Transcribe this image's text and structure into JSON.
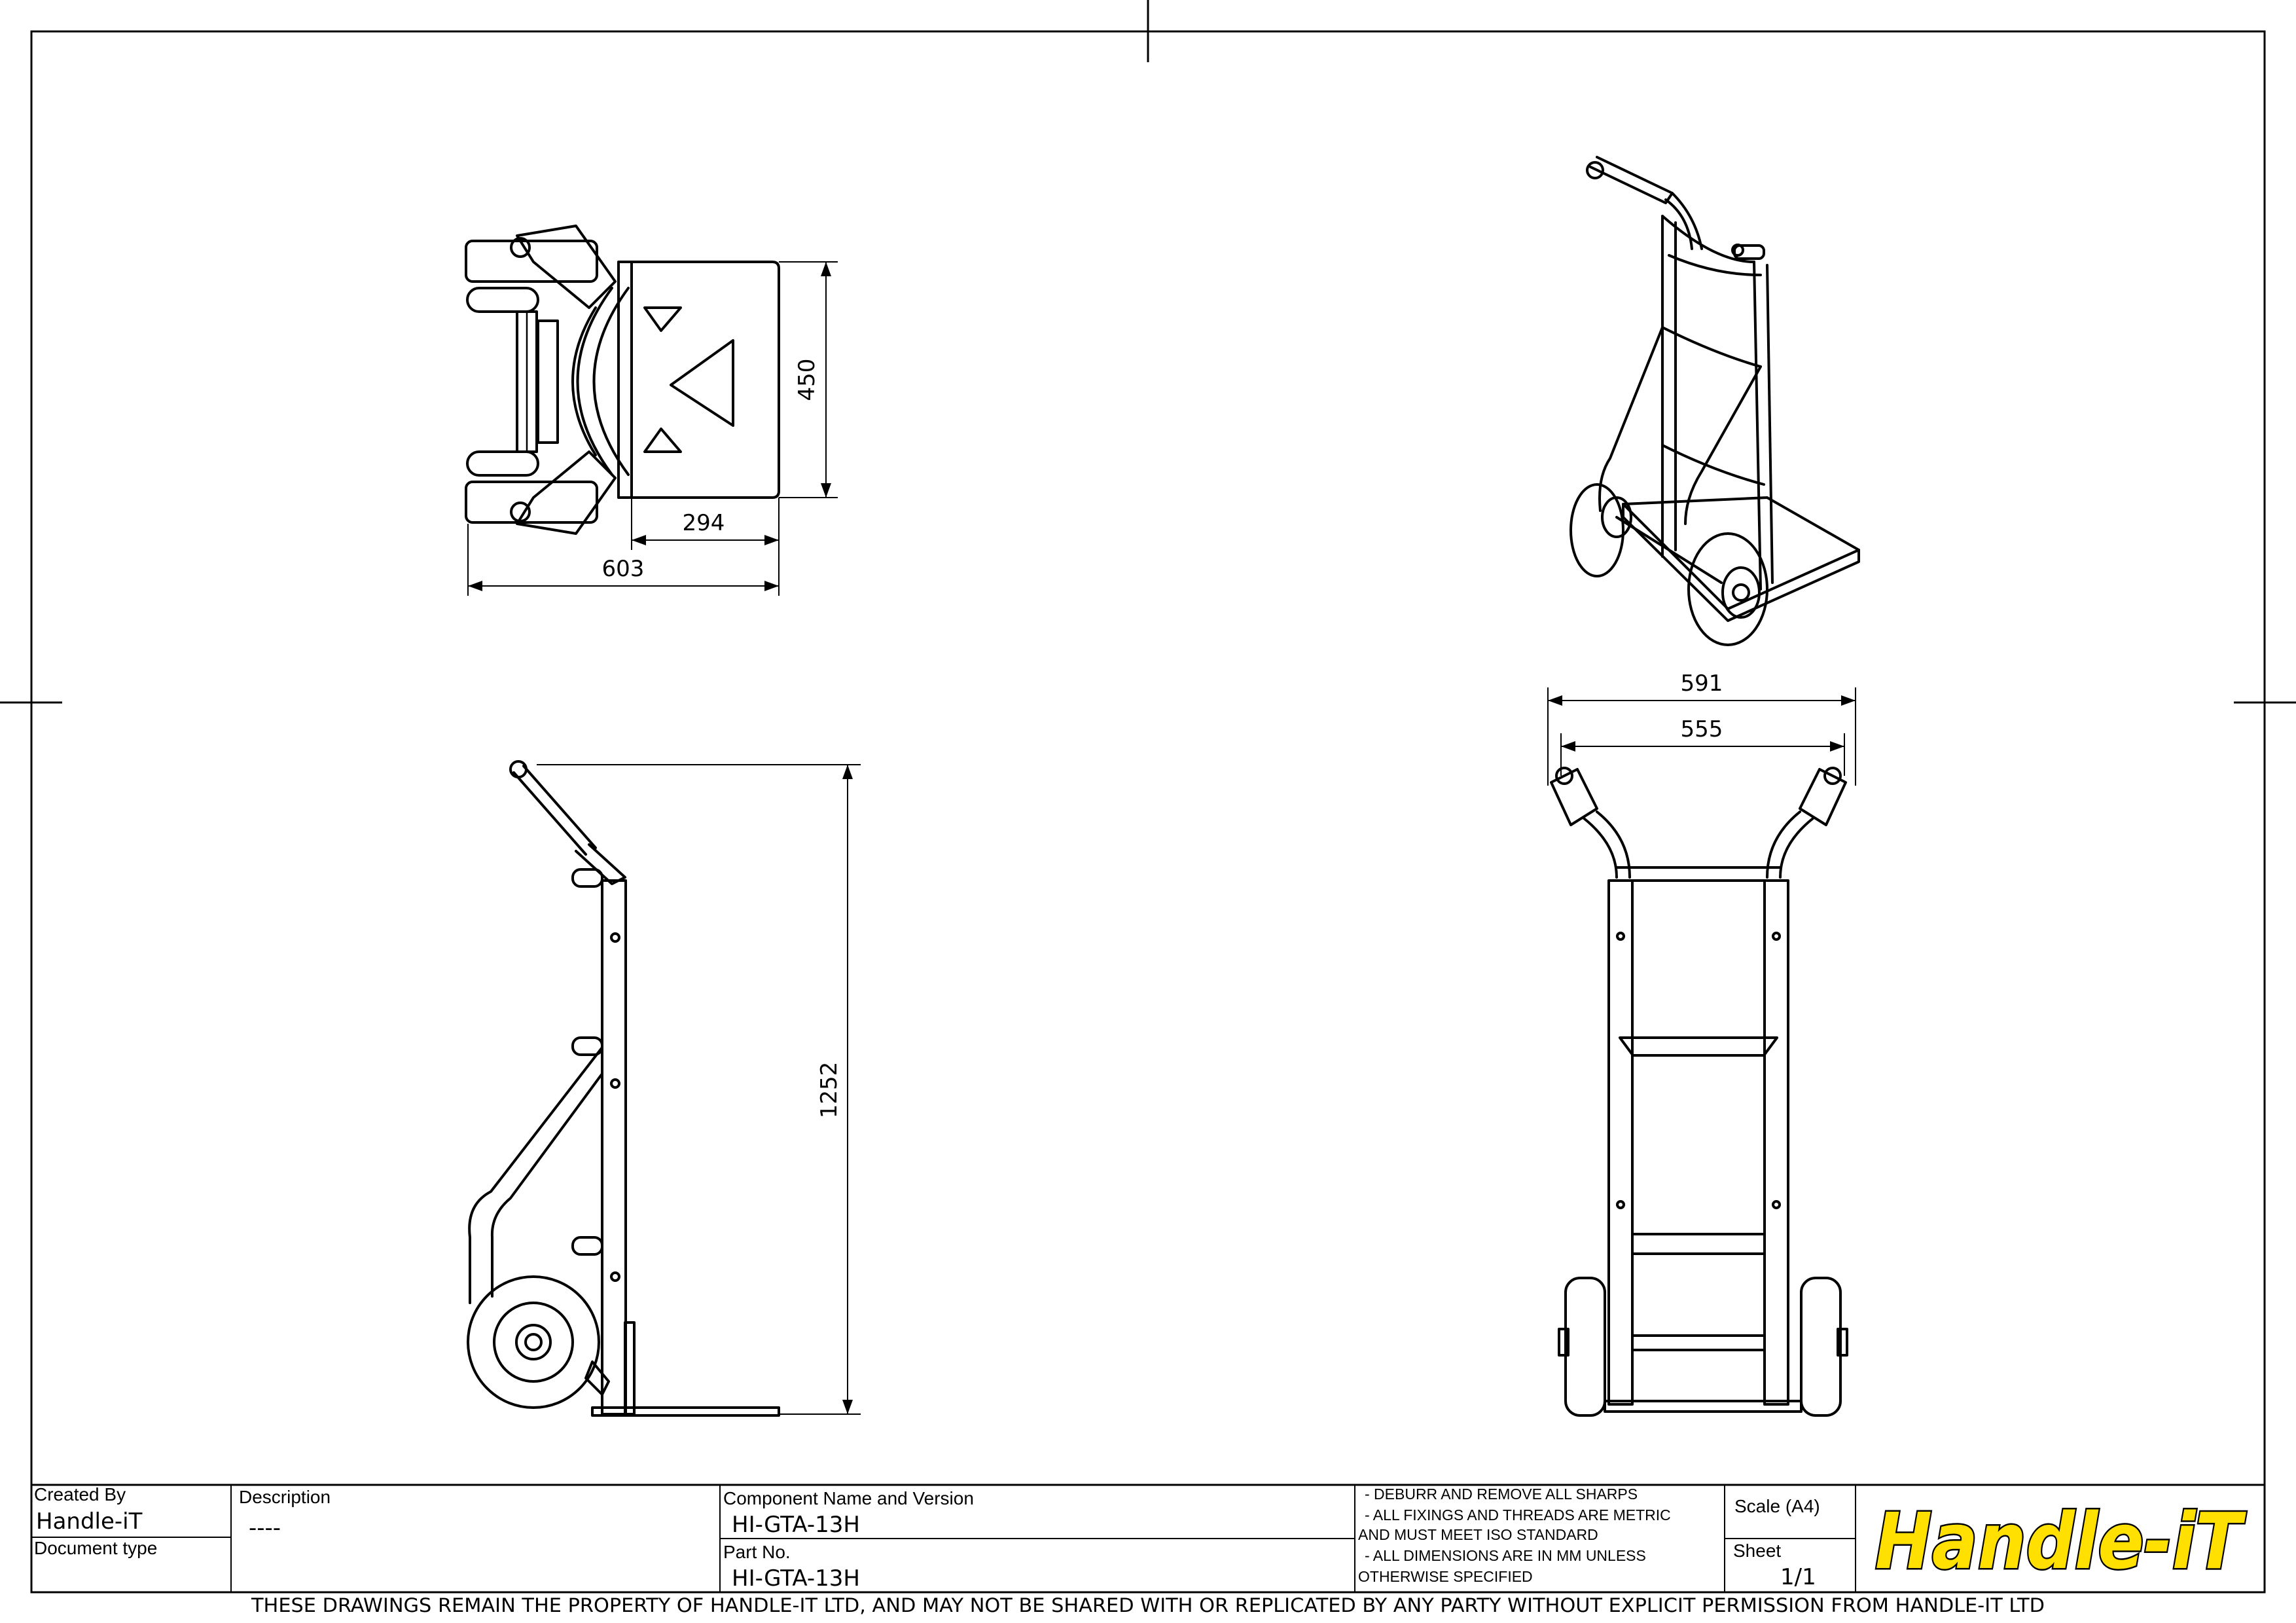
{
  "dimensions": {
    "top_view_depth": "450",
    "top_view_plate": "294",
    "top_view_overall": "603",
    "side_view_height": "1252",
    "front_view_outer": "591",
    "front_view_inner": "555"
  },
  "title_block": {
    "created_by_label": "Created By",
    "created_by_value": "Handle-iT",
    "document_type_label": "Document type",
    "description_label": "Description",
    "description_value": "----",
    "component_label": "Component Name and Version",
    "component_value": "HI-GTA-13H",
    "part_no_label": "Part No.",
    "part_no_value": "HI-GTA-13H",
    "notes": [
      "- DEBURR AND REMOVE ALL SHARPS",
      "- ALL FIXINGS AND THREADS ARE METRIC",
      "AND MUST MEET ISO STANDARD",
      "- ALL DIMENSIONS ARE IN MM UNLESS",
      "OTHERWISE SPECIFIED"
    ],
    "scale_label": "Scale (A4)",
    "sheet_label": "Sheet",
    "sheet_value": "1/1",
    "logo_text": "Handle-iT"
  },
  "footer_text": "THESE DRAWINGS REMAIN THE PROPERTY OF HANDLE-IT LTD, AND MAY NOT BE SHARED WITH OR REPLICATED BY ANY PARTY WITHOUT EXPLICIT PERMISSION FROM HANDLE-IT LTD",
  "colors": {
    "logo_fill": "#ffe000",
    "line": "#000000"
  }
}
